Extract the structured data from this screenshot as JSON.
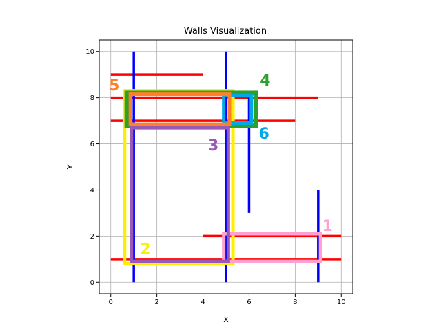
{
  "chart_data": {
    "type": "line",
    "title": "Walls Visualization",
    "xlabel": "X",
    "ylabel": "Y",
    "xlim": [
      -0.5,
      10.5
    ],
    "ylim": [
      -0.5,
      10.5
    ],
    "xticks": [
      0,
      2,
      4,
      6,
      8,
      10
    ],
    "yticks": [
      0,
      2,
      4,
      6,
      8,
      10
    ],
    "grid": true,
    "aspect": "equal",
    "colors": {
      "horizontal_wall": "#ff0000",
      "vertical_wall": "#0000ff"
    },
    "horizontal_walls": [
      {
        "x": [
          0,
          4
        ],
        "y": 9
      },
      {
        "x": [
          0,
          9
        ],
        "y": 8
      },
      {
        "x": [
          0,
          8
        ],
        "y": 7
      },
      {
        "x": [
          4,
          10
        ],
        "y": 2
      },
      {
        "x": [
          0,
          10
        ],
        "y": 1
      }
    ],
    "vertical_walls": [
      {
        "x": 1,
        "y": [
          0,
          10
        ]
      },
      {
        "x": 5,
        "y": [
          0,
          10
        ]
      },
      {
        "x": 6,
        "y": [
          3,
          8
        ]
      },
      {
        "x": 9,
        "y": [
          0,
          4
        ]
      }
    ],
    "boxes": [
      {
        "label": "1",
        "color": "#ffa0d0",
        "x": [
          4.9,
          9.1
        ],
        "y": [
          0.9,
          2.1
        ],
        "label_at": [
          9.4,
          2.4
        ]
      },
      {
        "label": "2",
        "color": "#ffee00",
        "x": [
          0.6,
          5.3
        ],
        "y": [
          0.8,
          8.3
        ],
        "label_at": [
          1.5,
          1.4
        ]
      },
      {
        "label": "3",
        "color": "#9b59b6",
        "x": [
          0.9,
          5.1
        ],
        "y": [
          0.9,
          6.7
        ],
        "label_at": [
          4.45,
          5.9
        ]
      },
      {
        "label": "4",
        "color": "#2ca02c",
        "x": [
          0.7,
          6.3
        ],
        "y": [
          6.8,
          8.2
        ],
        "label_at": [
          6.7,
          8.7
        ]
      },
      {
        "label": "5",
        "color": "#ff7f2a",
        "x": [
          0.85,
          5.15
        ],
        "y": [
          6.85,
          8.15
        ],
        "label_at": [
          0.15,
          8.5
        ]
      },
      {
        "label": "6",
        "color": "#00a8e8",
        "x": [
          4.9,
          6.1
        ],
        "y": [
          6.9,
          8.1
        ],
        "label_at": [
          6.65,
          6.4
        ]
      }
    ]
  }
}
